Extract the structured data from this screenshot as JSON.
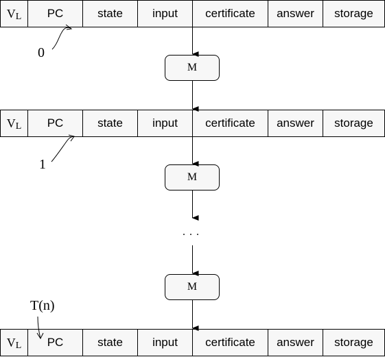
{
  "row_fields": [
    "PC",
    "state",
    "input",
    "certificate",
    "answer",
    "storage"
  ],
  "vl_label": {
    "main": "V",
    "sub": "L"
  },
  "machine_label": "M",
  "ellipsis": ". . .",
  "step_labels": [
    "0",
    "1",
    "T(n)"
  ]
}
